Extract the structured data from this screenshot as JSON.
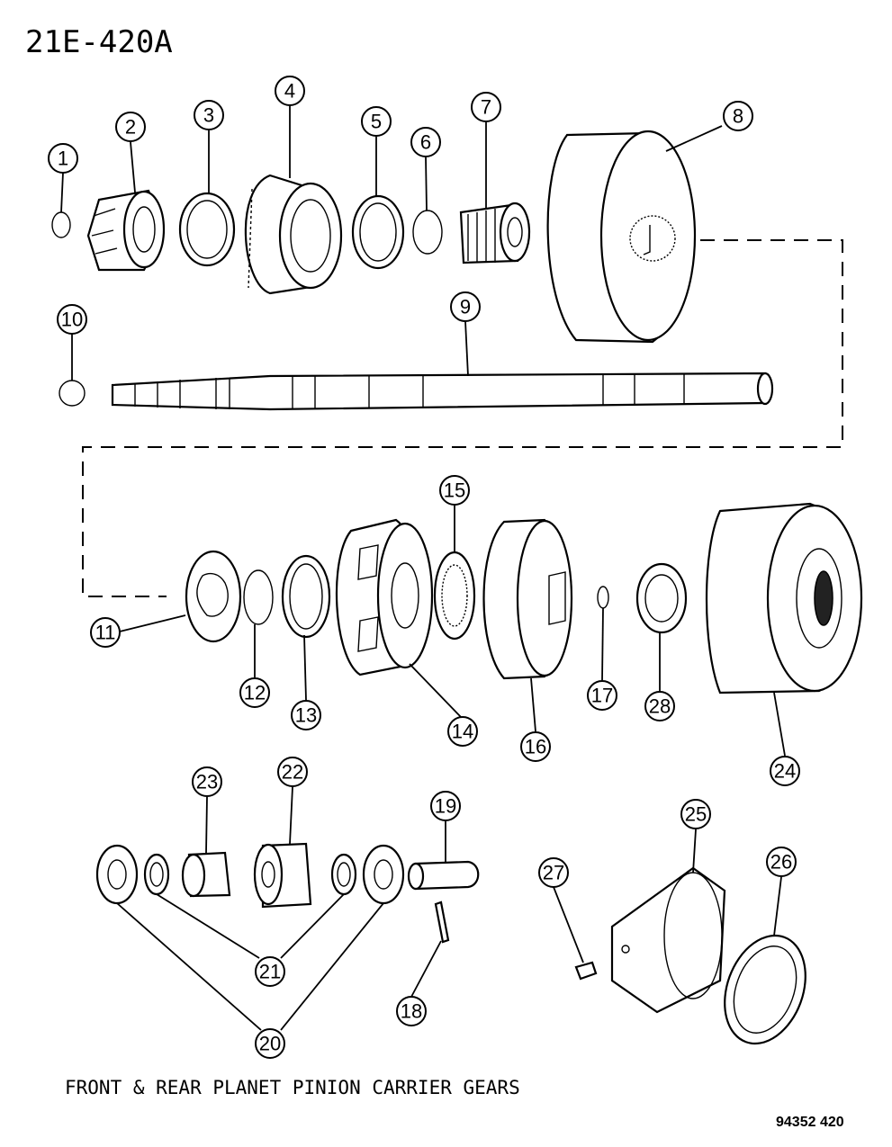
{
  "diagram_id": "21E-420A",
  "caption": "FRONT & REAR PLANET PINION CARRIER GEARS",
  "figure_code": "94352 420",
  "callouts": [
    "1",
    "2",
    "3",
    "4",
    "5",
    "6",
    "7",
    "8",
    "9",
    "10",
    "11",
    "12",
    "13",
    "14",
    "15",
    "16",
    "17",
    "18",
    "19",
    "20",
    "21",
    "22",
    "23",
    "24",
    "25",
    "26",
    "27",
    "28"
  ]
}
